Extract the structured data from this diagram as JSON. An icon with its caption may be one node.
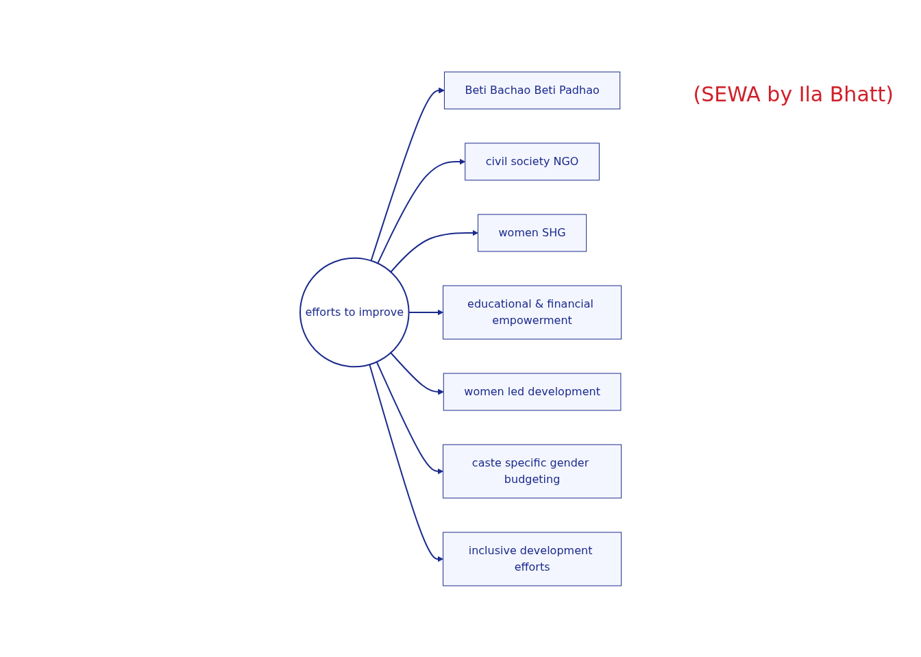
{
  "diagram": {
    "nodes": [
      {
        "text": [
          "efforts to improve"
        ]
      },
      {
        "text": [
          "Beti Bachao Beti Padhao"
        ]
      },
      {
        "text": [
          "civil society NGO"
        ]
      },
      {
        "text": [
          "women SHG"
        ]
      },
      {
        "text": [
          "educational & financial empowerment"
        ]
      },
      {
        "text": [
          "women led development"
        ]
      },
      {
        "text": [
          "caste specific gender budgeting"
        ]
      },
      {
        "text": [
          "inclusive development efforts"
        ]
      }
    ],
    "edges": [
      {
        "from": 0,
        "to": 1,
        "arrow": "to"
      },
      {
        "from": 0,
        "to": 2,
        "arrow": "to"
      },
      {
        "from": 0,
        "to": 3,
        "arrow": "to"
      },
      {
        "from": 0,
        "to": 4,
        "arrow": "to"
      },
      {
        "from": 0,
        "to": 5,
        "arrow": "to"
      },
      {
        "from": 0,
        "to": 6,
        "arrow": "to"
      },
      {
        "from": 0,
        "to": 7,
        "arrow": "to"
      }
    ],
    "labels": [
      "(SEWA by Ila Bhatt)"
    ]
  }
}
